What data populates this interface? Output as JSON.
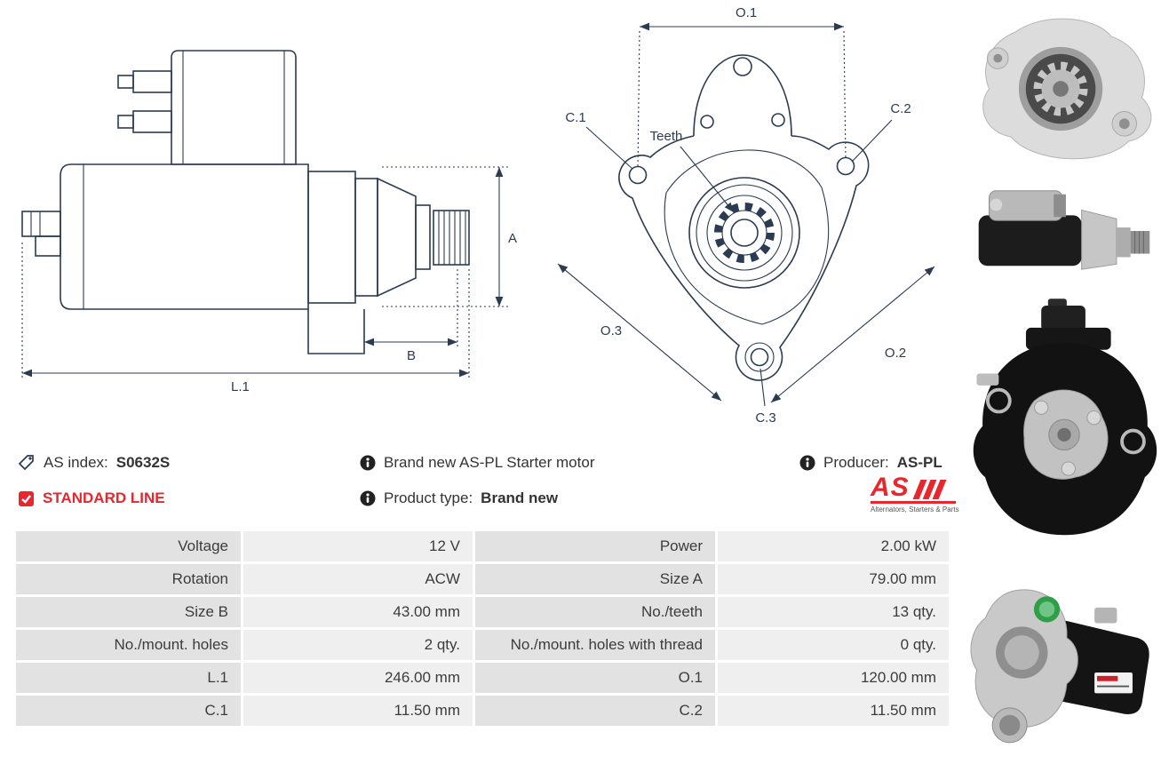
{
  "drawings": {
    "side_view": {
      "dim_a": "A",
      "dim_b": "B",
      "dim_l1": "L.1"
    },
    "front_view": {
      "dim_o1": "O.1",
      "dim_o2": "O.2",
      "dim_o3": "O.3",
      "dim_c1": "C.1",
      "dim_c2": "C.2",
      "dim_c3": "C.3",
      "teeth": "Teeth"
    }
  },
  "info": {
    "as_index_label": "AS index:",
    "as_index_value": "S0632S",
    "standard_line_label": "STANDARD LINE",
    "brand_new_text": "Brand new AS-PL Starter motor",
    "product_type_label": "Product type:",
    "product_type_value": "Brand new",
    "producer_label": "Producer:",
    "producer_value": "AS-PL",
    "logo_text": "AS",
    "logo_tagline": "Alternators, Starters & Parts"
  },
  "colors": {
    "accent_red": "#e8262d",
    "drawing_line": "#2a3b52",
    "table_label_bg": "#e2e2e2",
    "table_value_bg": "#efefef"
  },
  "table": {
    "rows": [
      {
        "label1": "Voltage",
        "value1": "12 V",
        "label2": "Power",
        "value2": "2.00 kW"
      },
      {
        "label1": "Rotation",
        "value1": "ACW",
        "label2": "Size A",
        "value2": "79.00 mm"
      },
      {
        "label1": "Size B",
        "value1": "43.00 mm",
        "label2": "No./teeth",
        "value2": "13 qty."
      },
      {
        "label1": "No./mount. holes",
        "value1": "2 qty.",
        "label2": "No./mount. holes with thread",
        "value2": "0 qty."
      },
      {
        "label1": "L.1",
        "value1": "246.00 mm",
        "label2": "O.1",
        "value2": "120.00 mm"
      },
      {
        "label1": "C.1",
        "value1": "11.50 mm",
        "label2": "C.2",
        "value2": "11.50 mm"
      }
    ]
  }
}
